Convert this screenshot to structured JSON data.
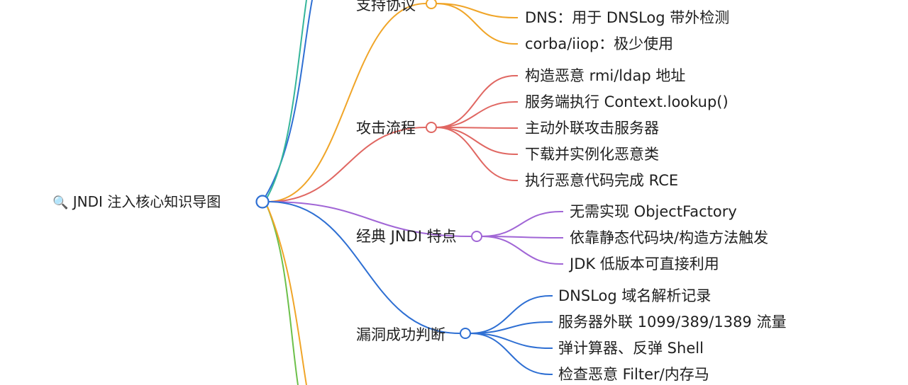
{
  "root": {
    "icon": "magnifier-icon",
    "icon_glyph": "🔍",
    "label": "JNDI 注入核心知识导图"
  },
  "branches": [
    {
      "key": "protocols",
      "label": "支持协议",
      "color": "#f0a528",
      "leaves": [
        "DNS：用于 DNSLog 带外检测",
        "corba/iiop：极少使用"
      ]
    },
    {
      "key": "attack-flow",
      "label": "攻击流程",
      "color": "#e06762",
      "leaves": [
        "构造恶意 rmi/ldap 地址",
        "服务端执行 Context.lookup()",
        "主动外联攻击服务器",
        "下载并实例化恶意类",
        "执行恶意代码完成 RCE"
      ]
    },
    {
      "key": "features",
      "label": "经典 JNDI 特点",
      "color": "#a166d6",
      "leaves": [
        "无需实现 ObjectFactory",
        "依靠静态代码块/构造方法触发",
        "JDK 低版本可直接利用"
      ]
    },
    {
      "key": "detection",
      "label": "漏洞成功判断",
      "color": "#2e6fd3",
      "leaves": [
        "DNSLog 域名解析记录",
        "服务器外联 1099/389/1389 流量",
        "弹计算器、反弹 Shell",
        "检查恶意 Filter/内存马"
      ]
    }
  ],
  "offscreen_branch_colors": [
    "#2e6fd3",
    "#35b59a",
    "#6cc04a",
    "#f0a528"
  ]
}
